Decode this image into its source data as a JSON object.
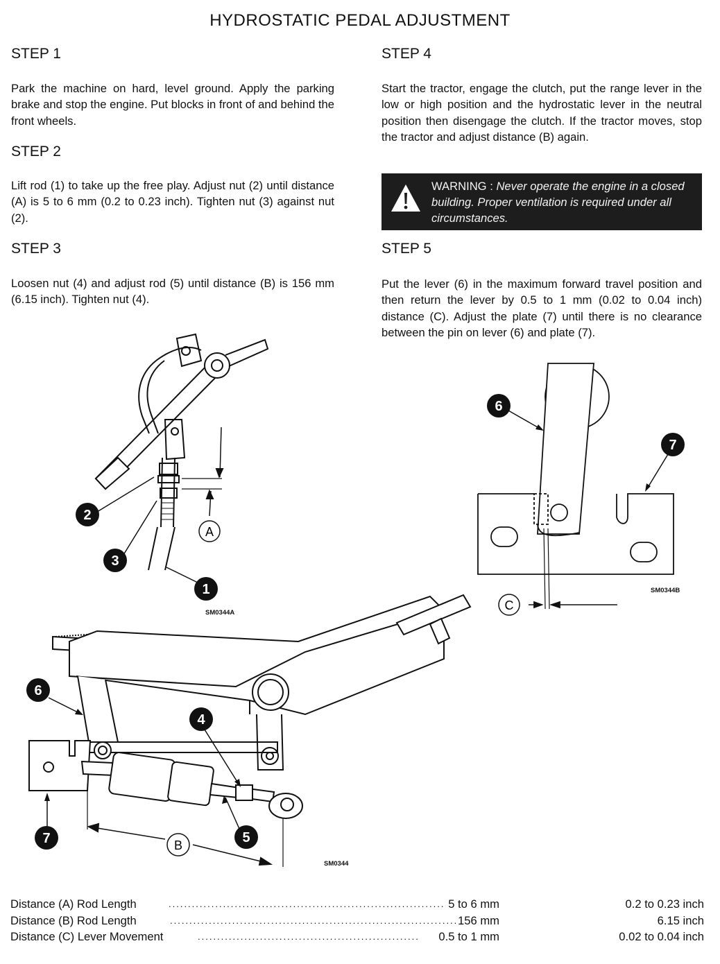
{
  "title": "HYDROSTATIC PEDAL ADJUSTMENT",
  "steps": [
    {
      "heading": "STEP 1",
      "text": "Park the machine on hard, level ground. Apply the parking brake and stop the engine. Put blocks in front of and behind the front wheels."
    },
    {
      "heading": "STEP 2",
      "text": "Lift rod (1) to take up the free play. Adjust nut (2) until distance (A) is 5 to 6 mm (0.2 to 0.23 inch). Tighten nut (3) against nut (2)."
    },
    {
      "heading": "STEP 3",
      "text": "Loosen nut (4) and adjust rod (5) until distance (B) is 156 mm (6.15 inch). Tighten nut (4)."
    },
    {
      "heading": "STEP 4",
      "text": "Start the tractor, engage the clutch, put the range lever in the low or high position and the hydrostatic lever in the neutral position then disengage the clutch. If the tractor moves, stop the tractor and adjust distance (B) again."
    },
    {
      "heading": "STEP 5",
      "text": "Put the lever (6) in the maximum forward travel position and then return the lever by 0.5 to 1 mm (0.02 to 0.04 inch) distance (C). Adjust the plate (7) until there is no clearance between the pin on lever (6) and plate (7)."
    }
  ],
  "warning": {
    "label": "WARNING :",
    "text": "Never operate the engine in a closed building. Proper ventilation is required under all circumstances.",
    "icon": "warning-triangle-icon"
  },
  "figures": {
    "a": {
      "code": "SM0344A",
      "callouts": [
        {
          "num": "1",
          "label": "rod"
        },
        {
          "num": "2",
          "label": "nut"
        },
        {
          "num": "3",
          "label": "nut"
        },
        {
          "letter": "A",
          "label": "distance"
        }
      ]
    },
    "b": {
      "code": "SM0344B",
      "callouts": [
        {
          "num": "6",
          "label": "lever"
        },
        {
          "num": "7",
          "label": "plate"
        },
        {
          "letter": "C",
          "label": "distance"
        }
      ]
    },
    "main": {
      "code": "SM0344",
      "callouts": [
        {
          "num": "4",
          "label": "nut"
        },
        {
          "num": "5",
          "label": "rod"
        },
        {
          "num": "6",
          "label": "lever"
        },
        {
          "num": "7",
          "label": "plate"
        },
        {
          "letter": "B",
          "label": "distance"
        }
      ]
    }
  },
  "specs": [
    {
      "label": "Distance (A) Rod Length",
      "mm": "5 to 6 mm",
      "inch": "0.2 to 0.23 inch"
    },
    {
      "label": "Distance (B) Rod Length",
      "mm": "156 mm",
      "inch": "6.15 inch"
    },
    {
      "label": "Distance (C) Lever Movement",
      "mm": "0.5 to 1 mm",
      "inch": "0.02 to 0.04 inch"
    }
  ]
}
